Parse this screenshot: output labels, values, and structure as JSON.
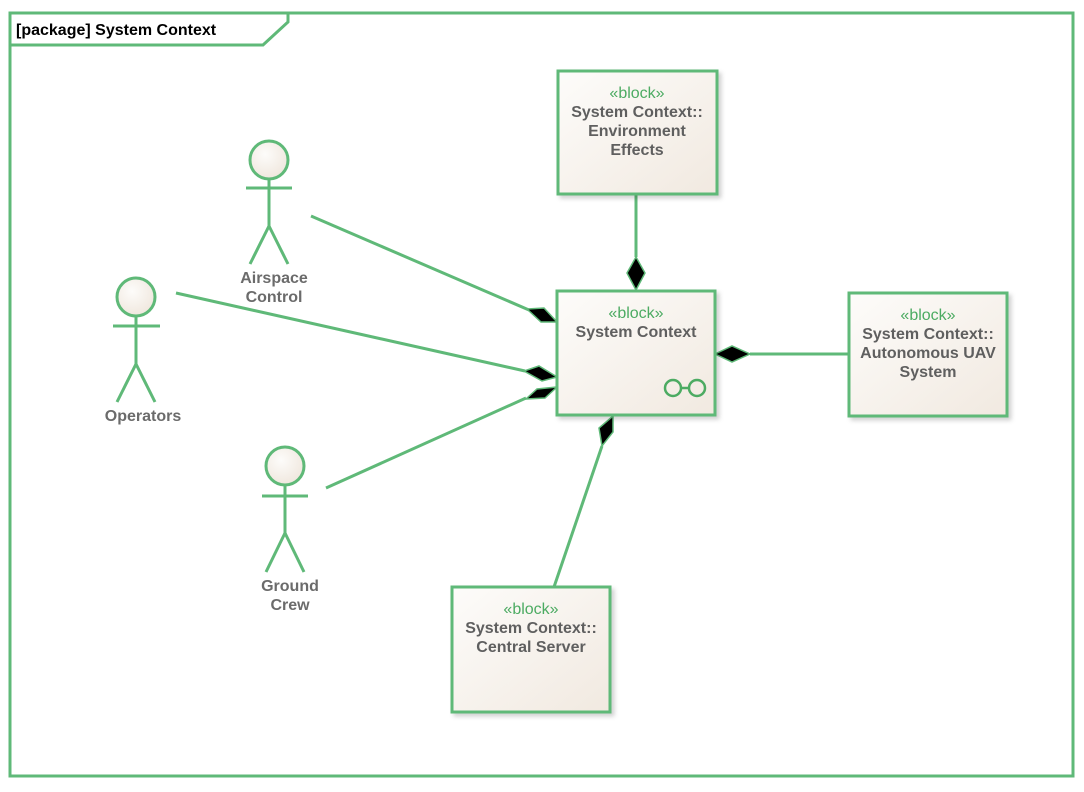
{
  "frame": {
    "title": "[package] System Context"
  },
  "colors": {
    "accent": "#5fb978",
    "stereotype": "#4cab62",
    "label": "#5f5f5f",
    "block_fill_light": "#fdfcfa",
    "block_fill_dark": "#f1e9e0"
  },
  "blocks": {
    "environment": {
      "stereotype": "«block»",
      "line1": "System Context::",
      "line2": "Environment",
      "line3": "Effects"
    },
    "system": {
      "stereotype": "«block»",
      "line1": "System Context",
      "icon": "composite-structure-icon"
    },
    "uav": {
      "stereotype": "«block»",
      "line1": "System Context::",
      "line2": "Autonomous UAV",
      "line3": "System"
    },
    "server": {
      "stereotype": "«block»",
      "line1": "System Context::",
      "line2": "Central Server"
    }
  },
  "actors": {
    "airspace": {
      "line1": "Airspace",
      "line2": "Control"
    },
    "operators": {
      "line1": "Operators"
    },
    "ground": {
      "line1": "Ground",
      "line2": "Crew"
    }
  }
}
